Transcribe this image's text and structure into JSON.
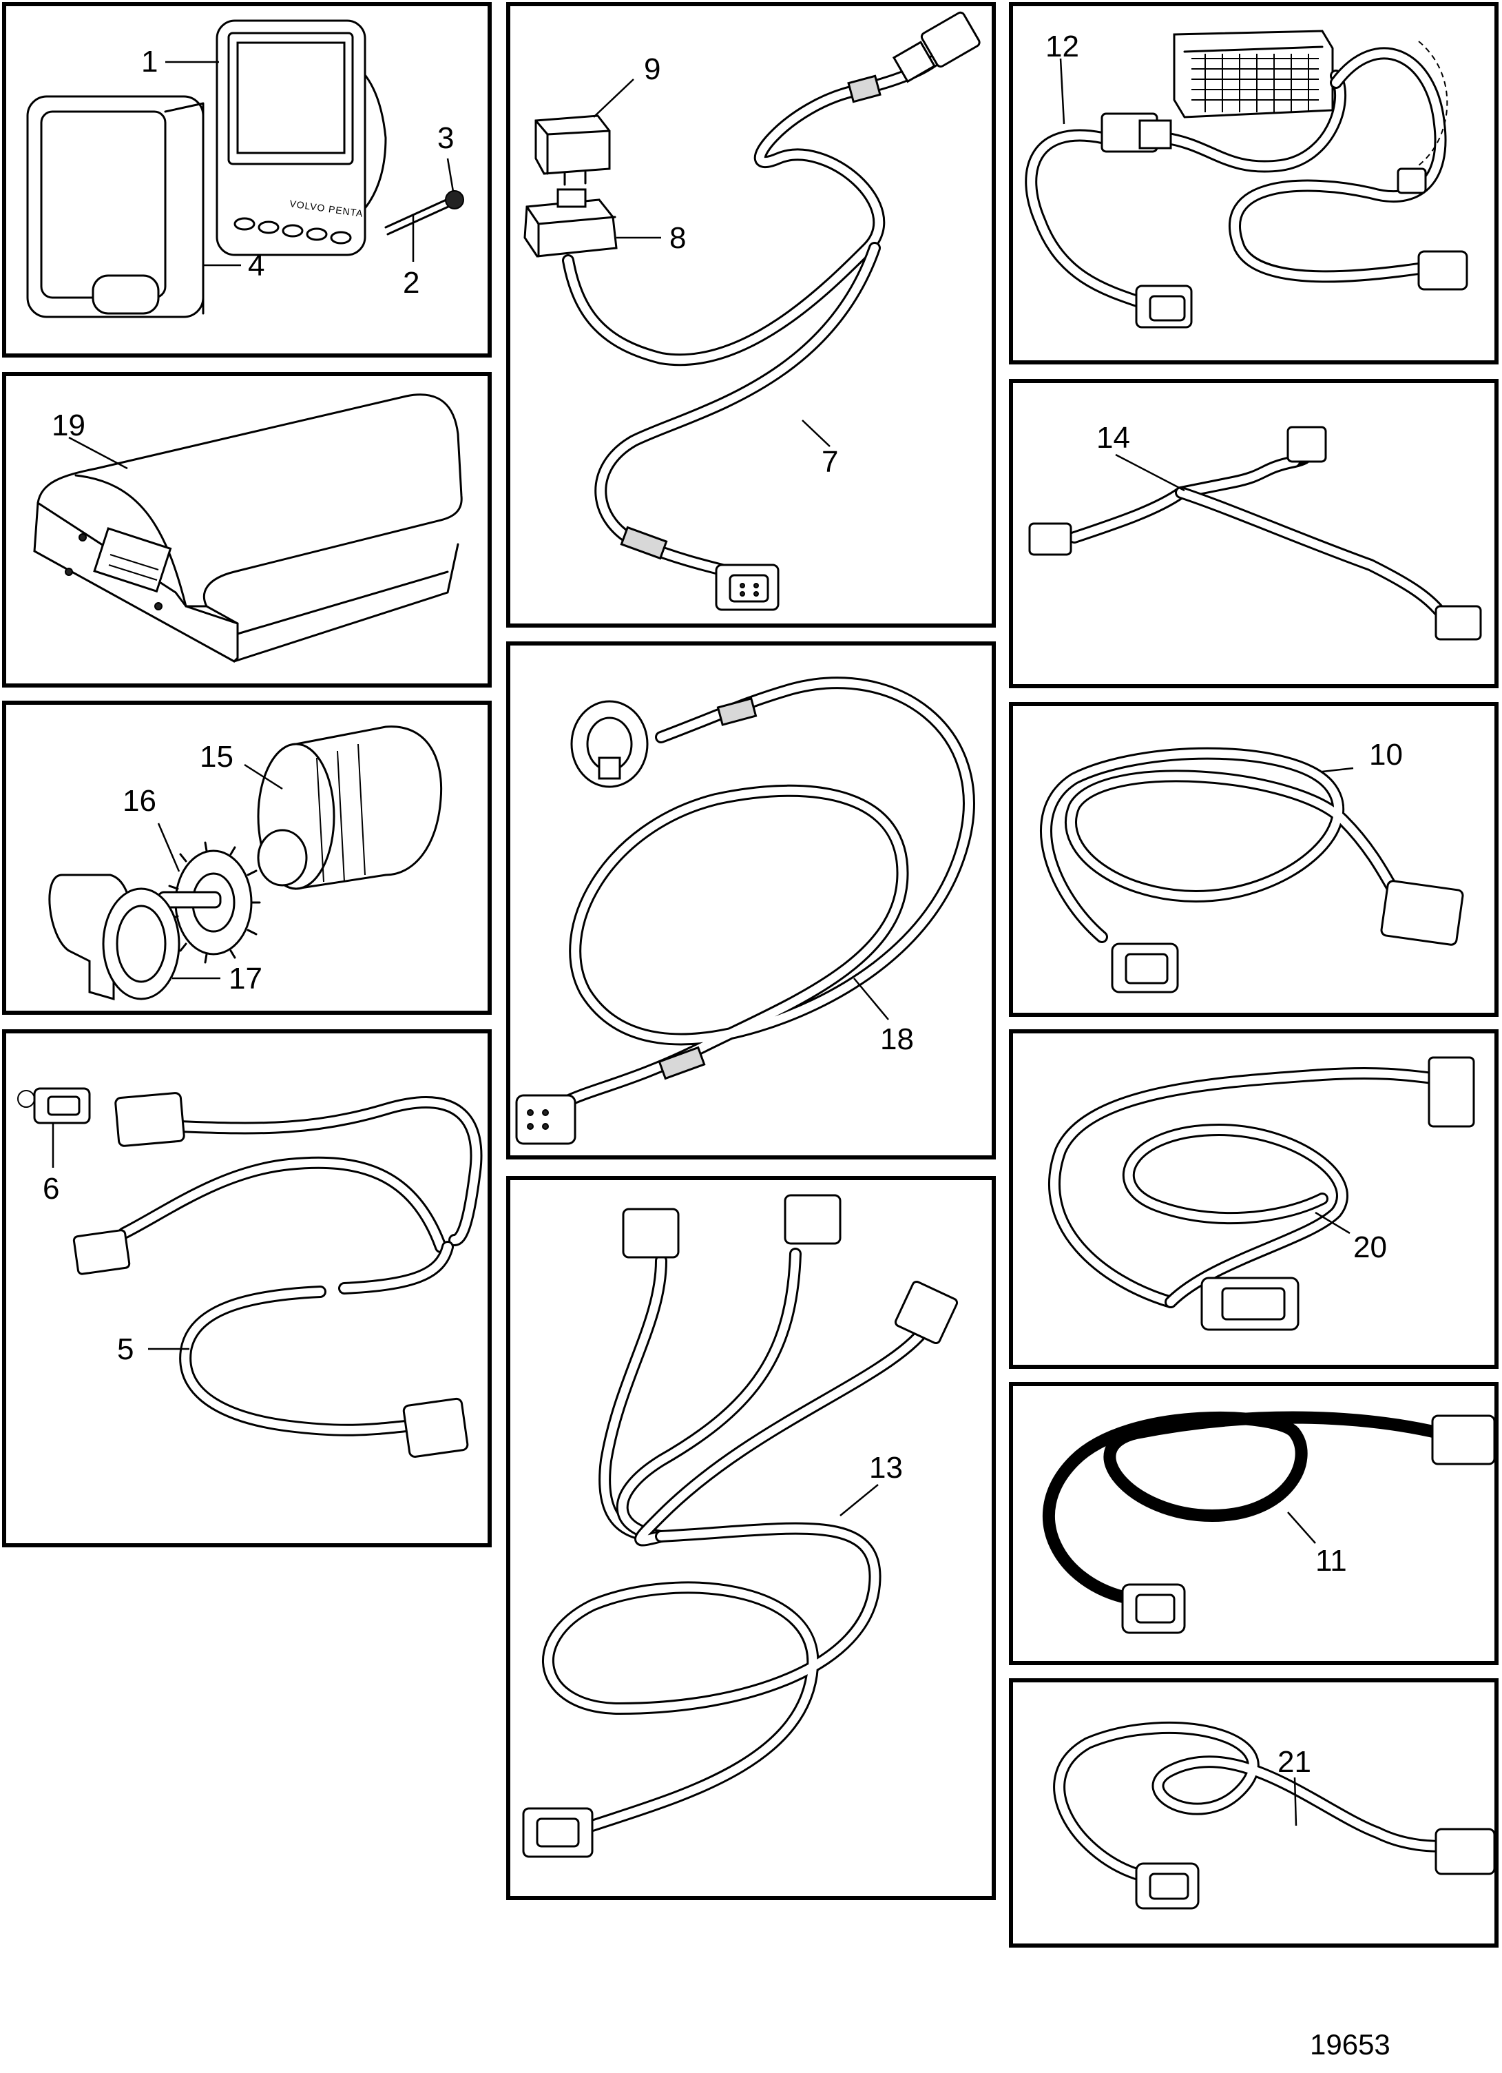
{
  "figure_ref": "19653",
  "callouts": {
    "c1": "1",
    "c2": "2",
    "c3": "3",
    "c4": "4",
    "c5": "5",
    "c6": "6",
    "c7": "7",
    "c8": "8",
    "c9": "9",
    "c10": "10",
    "c11": "11",
    "c12": "12",
    "c13": "13",
    "c14": "14",
    "c15": "15",
    "c16": "16",
    "c17": "17",
    "c18": "18",
    "c19": "19",
    "c20": "20",
    "c21": "21"
  },
  "display_brand": "VOLVO PENTA"
}
